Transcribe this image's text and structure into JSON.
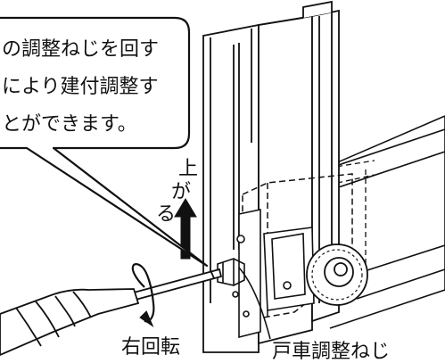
{
  "callout": {
    "line1": "の調整ねじを回す",
    "line2": "により建付調整す",
    "line3": "とができます。"
  },
  "labels": {
    "up_char1": "上",
    "up_char2": "が",
    "up_char3": "る",
    "rotation": "右回転",
    "part": "戸車調整ねじ"
  },
  "colors": {
    "ink": "#111111",
    "paper": "#ffffff"
  }
}
